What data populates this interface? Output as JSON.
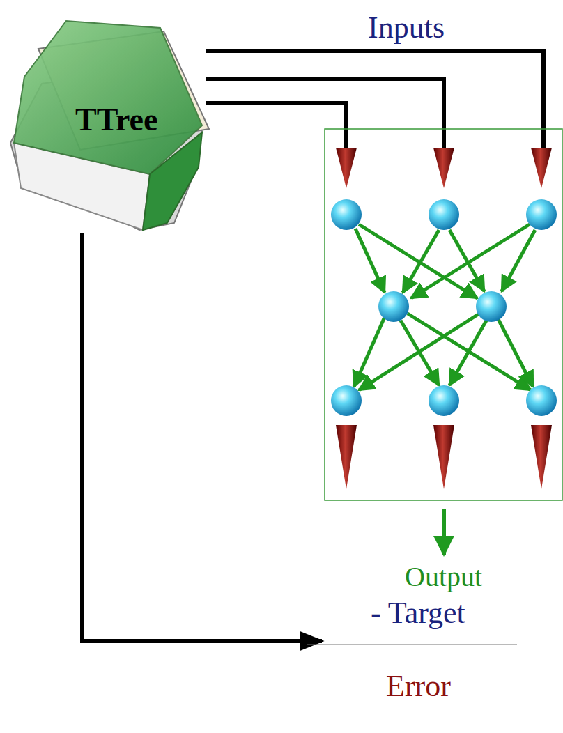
{
  "diagram": {
    "nodes": [
      {
        "text": [
          "TTree"
        ]
      }
    ],
    "labels": [
      "Inputs",
      "Output",
      "- Target",
      "Error"
    ]
  }
}
